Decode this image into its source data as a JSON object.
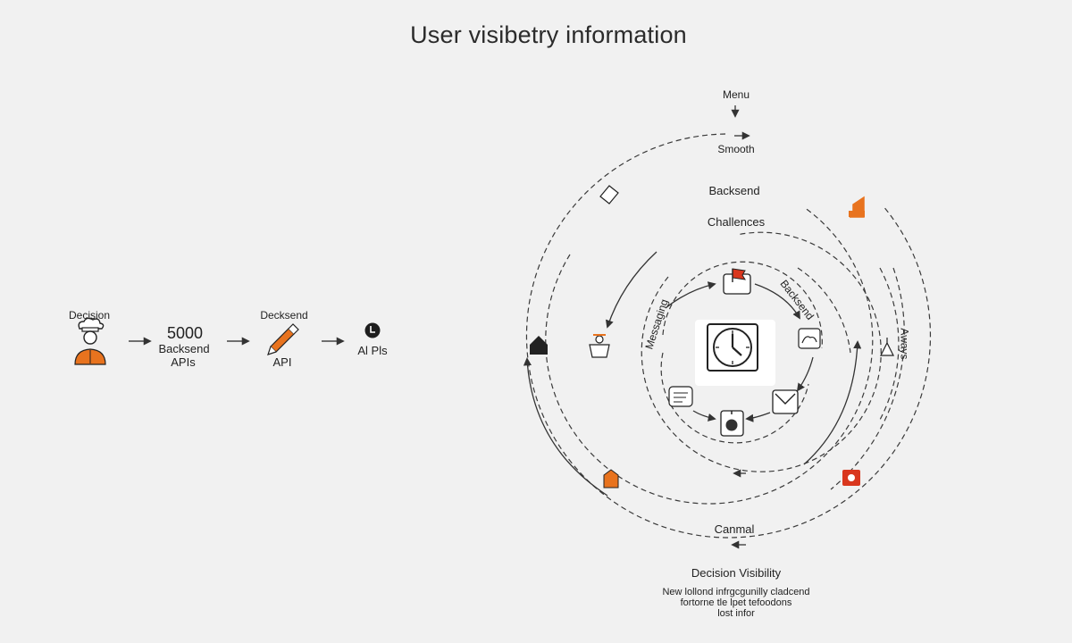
{
  "title": "User visibetry information",
  "flow": {
    "decision_label": "Decision",
    "count": "5000",
    "backsend_label": "Backsend",
    "apis_label": "APIs",
    "decksend_label": "Decksend",
    "api_label": "API",
    "final_label": "Al Pls"
  },
  "rings": {
    "menu_label": "Menu",
    "smooth_label": "Smooth",
    "backsend_label": "Backsend",
    "challences_label": "Challences",
    "backsend_vertical": "Backsend",
    "messaging_vertical": "Messaging",
    "aways_vertical": "Aways",
    "canmal_label": "Canmal"
  },
  "footer": {
    "title": "Decision Visibility",
    "lines": [
      "New lollond infrgcgunilly cladcend",
      "fortorne tle lpet tefoodons",
      "lost infor"
    ]
  },
  "colors": {
    "accent": "#e8731e",
    "red": "#d9371e",
    "ink": "#222222",
    "dash": "#3a3a3a"
  }
}
